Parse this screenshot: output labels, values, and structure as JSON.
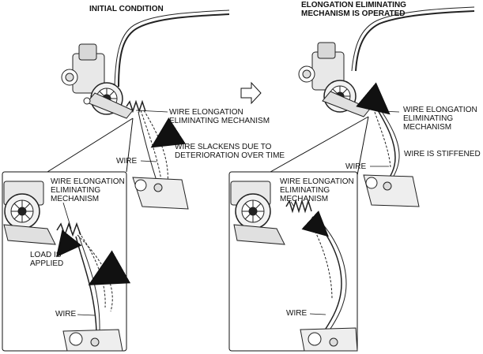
{
  "left": {
    "title": "INITIAL CONDITION",
    "mechanism_label": [
      "WIRE ELONGATION",
      "ELIMINATING MECHANISM"
    ],
    "slack_label": [
      "WIRE SLACKENS DUE TO",
      "DETERIORATION OVER TIME"
    ],
    "wire_label": "WIRE",
    "inset": {
      "mechanism_label": [
        "WIRE ELONGATION",
        "ELIMINATING",
        "MECHANISM"
      ],
      "load_label": [
        "LOAD IS",
        "APPLIED"
      ],
      "wire_label": "WIRE"
    }
  },
  "right": {
    "title": [
      "ELONGATION ELIMINATING",
      "MECHANISM IS OPERATED"
    ],
    "mechanism_label": [
      "WIRE ELONGATION",
      "ELIMINATING",
      "MECHANISM"
    ],
    "stiff_label": "WIRE IS STIFFENED",
    "wire_label": "WIRE",
    "inset": {
      "mechanism_label": [
        "WIRE ELONGATION",
        "ELIMINATING",
        "MECHANISM"
      ],
      "wire_label": "WIRE"
    }
  },
  "transition_arrow": "right-outline-arrow"
}
